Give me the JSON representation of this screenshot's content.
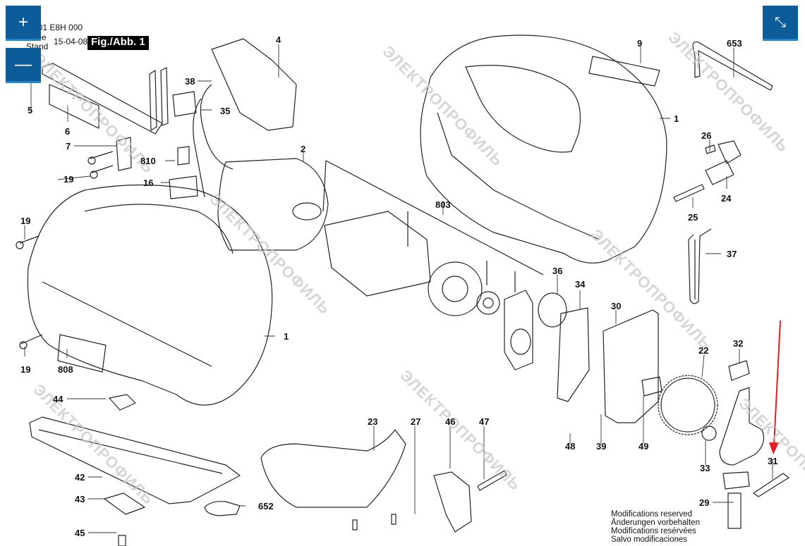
{
  "header": {
    "part_number": "3 601 E8H 000",
    "issue_label": "Issue",
    "stand_label": "Stand",
    "date": "15-04-08",
    "figure_label": "Fig./Abb. 1"
  },
  "controls": {
    "zoom_in_icon": "+",
    "zoom_out_icon": "—",
    "collapse_icon": "⤡"
  },
  "parts": [
    {
      "id": "p1a",
      "number": "1"
    },
    {
      "id": "p1b",
      "number": "1"
    },
    {
      "id": "p2",
      "number": "2"
    },
    {
      "id": "p4",
      "number": "4"
    },
    {
      "id": "p5",
      "number": "5"
    },
    {
      "id": "p6",
      "number": "6"
    },
    {
      "id": "p7",
      "number": "7"
    },
    {
      "id": "p9",
      "number": "9"
    },
    {
      "id": "p16",
      "number": "16"
    },
    {
      "id": "p19a",
      "number": "19"
    },
    {
      "id": "p19b",
      "number": "19"
    },
    {
      "id": "p19c",
      "number": "19"
    },
    {
      "id": "p22",
      "number": "22"
    },
    {
      "id": "p23",
      "number": "23"
    },
    {
      "id": "p24",
      "number": "24"
    },
    {
      "id": "p25",
      "number": "25"
    },
    {
      "id": "p26",
      "number": "26"
    },
    {
      "id": "p27",
      "number": "27"
    },
    {
      "id": "p29",
      "number": "29"
    },
    {
      "id": "p30",
      "number": "30"
    },
    {
      "id": "p31",
      "number": "31"
    },
    {
      "id": "p32",
      "number": "32"
    },
    {
      "id": "p33",
      "number": "33"
    },
    {
      "id": "p34",
      "number": "34"
    },
    {
      "id": "p35",
      "number": "35"
    },
    {
      "id": "p36",
      "number": "36"
    },
    {
      "id": "p37",
      "number": "37"
    },
    {
      "id": "p38",
      "number": "38"
    },
    {
      "id": "p39",
      "number": "39"
    },
    {
      "id": "p42",
      "number": "42"
    },
    {
      "id": "p43",
      "number": "43"
    },
    {
      "id": "p44",
      "number": "44"
    },
    {
      "id": "p45",
      "number": "45"
    },
    {
      "id": "p46",
      "number": "46"
    },
    {
      "id": "p47",
      "number": "47"
    },
    {
      "id": "p48",
      "number": "48"
    },
    {
      "id": "p49",
      "number": "49"
    },
    {
      "id": "p652",
      "number": "652"
    },
    {
      "id": "p653",
      "number": "653"
    },
    {
      "id": "p803",
      "number": "803"
    },
    {
      "id": "p808",
      "number": "808"
    },
    {
      "id": "p810",
      "number": "810"
    }
  ],
  "notes": [
    "Modifications reserved",
    "Änderungen vorbehalten",
    "Modifications resérvées",
    "Salvo modificaciones"
  ],
  "watermark": "ЭЛЕКТРОПРОФИЛЬ",
  "colors": {
    "control_bg": "#0b5c99",
    "control_accent": "#1a88d2",
    "highlight_arrow": "#e02020"
  }
}
